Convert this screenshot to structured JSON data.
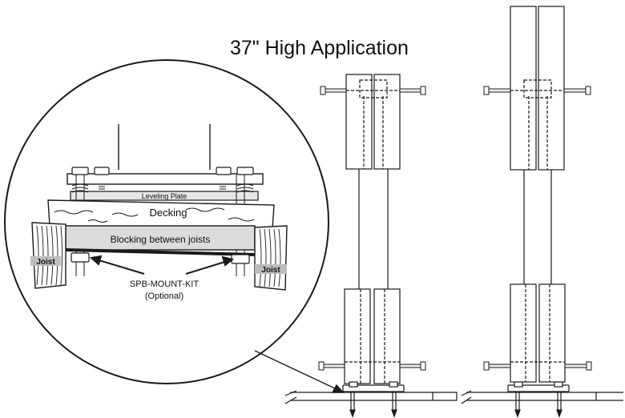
{
  "title": "37\" High Application",
  "labels": {
    "leveling_plate": "Leveling Plate",
    "decking": "Decking",
    "blocking": "Blocking between joists",
    "joist": "Joist",
    "mount_kit": "SPB-MOUNT-KIT",
    "optional": "(Optional)"
  },
  "colors": {
    "line": "#1a1a1a",
    "plate_fill": "#e6e6e6",
    "blocking_fill": "#dcdcdc",
    "label_bg": "#bdbdbd"
  }
}
